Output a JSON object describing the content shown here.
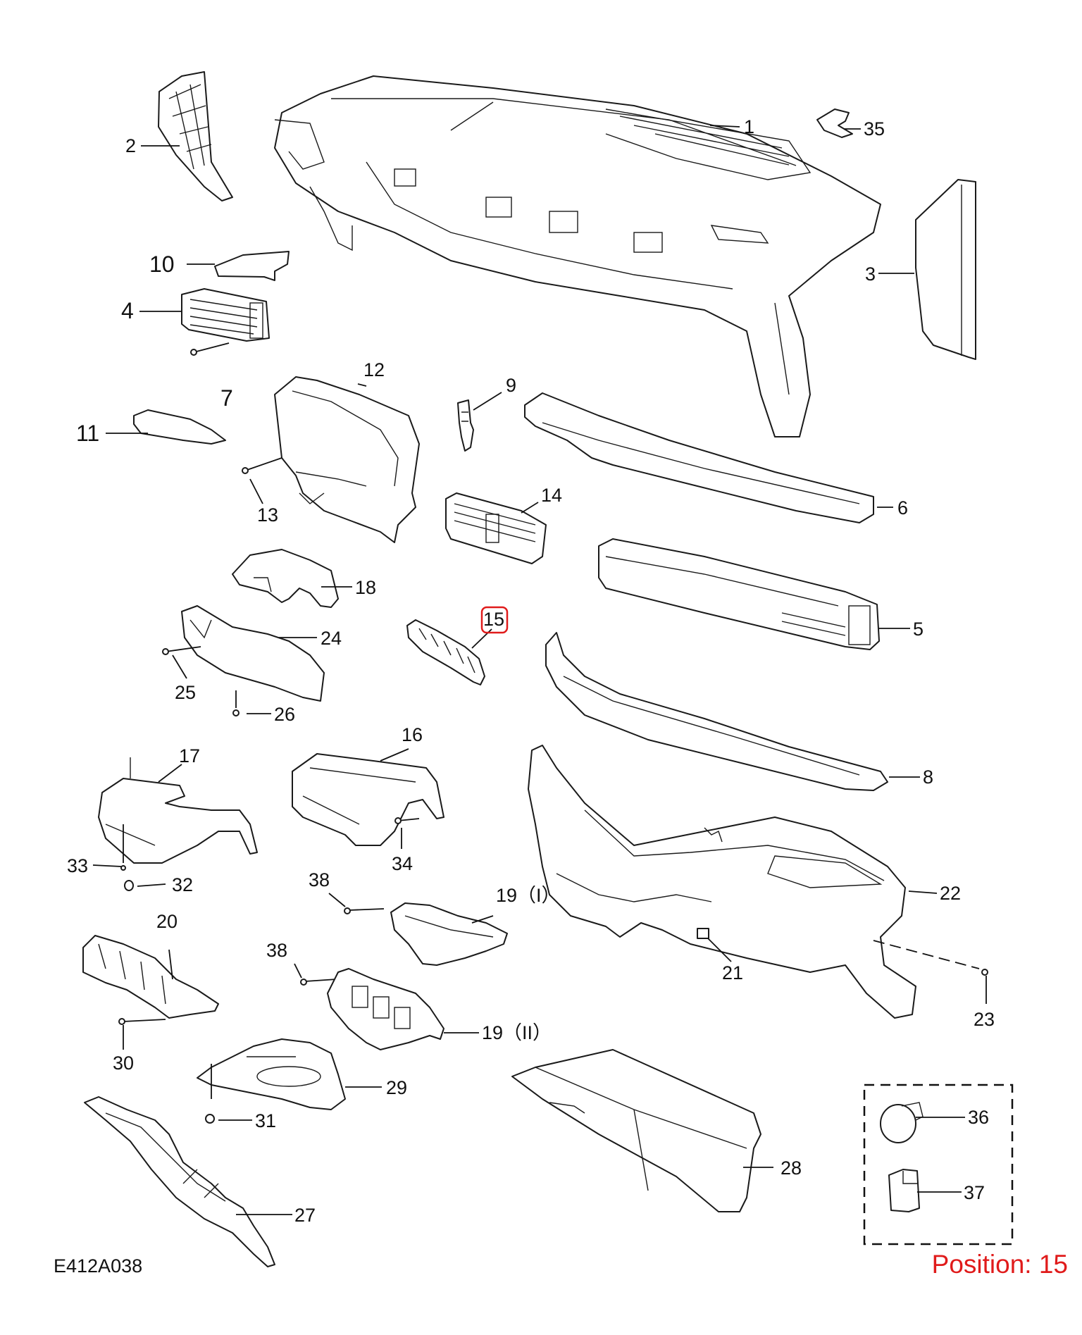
{
  "diagram": {
    "reference_code": "E412A038",
    "position_label": "Position: 15",
    "highlight_color": "#e01b1b",
    "line_color": "#1a1a1a",
    "callouts": [
      {
        "id": "1",
        "label": "1"
      },
      {
        "id": "2",
        "label": "2"
      },
      {
        "id": "3",
        "label": "3"
      },
      {
        "id": "4",
        "label": "4"
      },
      {
        "id": "5",
        "label": "5"
      },
      {
        "id": "6",
        "label": "6"
      },
      {
        "id": "7",
        "label": "7"
      },
      {
        "id": "8",
        "label": "8"
      },
      {
        "id": "9",
        "label": "9"
      },
      {
        "id": "10",
        "label": "10"
      },
      {
        "id": "11",
        "label": "11"
      },
      {
        "id": "12",
        "label": "12"
      },
      {
        "id": "13",
        "label": "13"
      },
      {
        "id": "14",
        "label": "14"
      },
      {
        "id": "15",
        "label": "15"
      },
      {
        "id": "16",
        "label": "16"
      },
      {
        "id": "17",
        "label": "17"
      },
      {
        "id": "18",
        "label": "18"
      },
      {
        "id": "19a",
        "label": "19（I）"
      },
      {
        "id": "19b",
        "label": "19（II）"
      },
      {
        "id": "20",
        "label": "20"
      },
      {
        "id": "21",
        "label": "21"
      },
      {
        "id": "22",
        "label": "22"
      },
      {
        "id": "23",
        "label": "23"
      },
      {
        "id": "24",
        "label": "24"
      },
      {
        "id": "25",
        "label": "25"
      },
      {
        "id": "26",
        "label": "26"
      },
      {
        "id": "27",
        "label": "27"
      },
      {
        "id": "28",
        "label": "28"
      },
      {
        "id": "29",
        "label": "29"
      },
      {
        "id": "30",
        "label": "30"
      },
      {
        "id": "31",
        "label": "31"
      },
      {
        "id": "32",
        "label": "32"
      },
      {
        "id": "33",
        "label": "33"
      },
      {
        "id": "34",
        "label": "34"
      },
      {
        "id": "35",
        "label": "35"
      },
      {
        "id": "36",
        "label": "36"
      },
      {
        "id": "37",
        "label": "37"
      },
      {
        "id": "38a",
        "label": "38"
      },
      {
        "id": "38b",
        "label": "38"
      }
    ]
  }
}
